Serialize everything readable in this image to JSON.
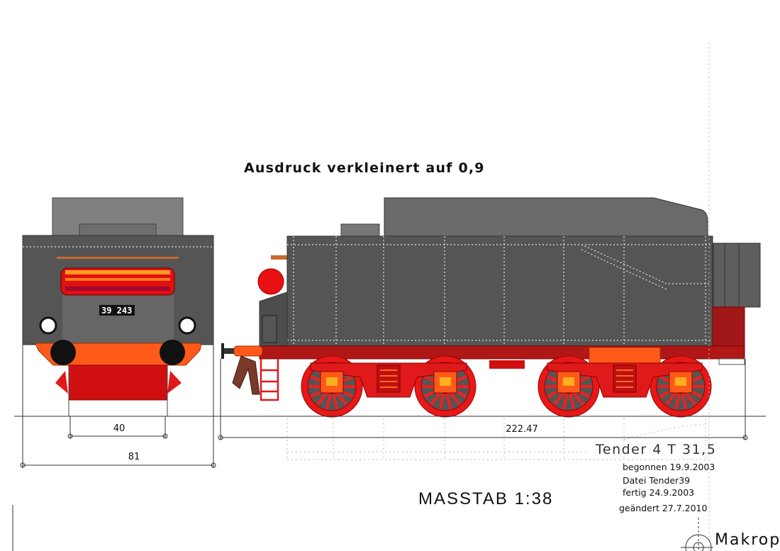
{
  "drawing": {
    "print_note": "Ausdruck verkleinert auf 0,9",
    "scale_label": "MASSTAB 1:38",
    "loco_number": "39 243",
    "dimensions": {
      "buffer_spacing": "40",
      "front_width": "81",
      "tender_length": "222.47"
    },
    "title_block": {
      "title": "Tender 4 T 31,5",
      "started": "begonnen 19.9.2003",
      "file": "Datei Tender39",
      "finished": "fertig 24.9.2003",
      "changed": "geändert 27.7.2010"
    },
    "brand": "Makropu"
  },
  "colors": {
    "body_grey": "#555555",
    "roof_grey": "#6a6a6a",
    "frame_red": "#b01818",
    "wheel_red": "#ee2020",
    "buffer_orange": "#ff5a1a"
  }
}
